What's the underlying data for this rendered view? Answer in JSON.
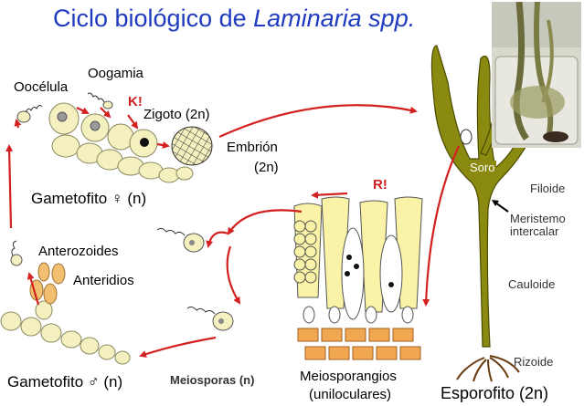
{
  "title": {
    "prefix": "Ciclo biológico de ",
    "species": "Laminaria spp."
  },
  "labels": {
    "oocelula": "Oocélula",
    "oogamia": "Oogamia",
    "k_mark": "K!",
    "zigoto": "Zigoto (2n)",
    "embrion_line1": "Embrión",
    "embrion_line2": "(2n)",
    "gametofito_female": "Gametofito ♀ (n)",
    "anterozoides": "Anterozoides",
    "anteridios": "Anteridios",
    "gametofito_male": "Gametofito ♂ (n)",
    "meiosporas": "Meiosporas (n)",
    "r_mark": "R!",
    "meiosporangios_line1": "Meiosporangios",
    "meiosporangios_line2": "(uniloculares)",
    "esporofito": "Esporofito (2n)",
    "soro": "Soro",
    "filoide": "Filoide",
    "meristemo_line1": "Meristemo",
    "meristemo_line2": "intercalar",
    "cauloide": "Cauloide",
    "rizoide": "Rizoide"
  },
  "colors": {
    "title": "#1f3bc0",
    "arrow": "#d32020",
    "cell_fill": "#f5f0c0",
    "cell_stroke": "#8a8a60",
    "alga": "#8a8a10",
    "alga_dark": "#4a4a00",
    "paraphysis": "#faf2a6",
    "base_cell": "#f2a850",
    "anteridio": "#f0c070"
  }
}
